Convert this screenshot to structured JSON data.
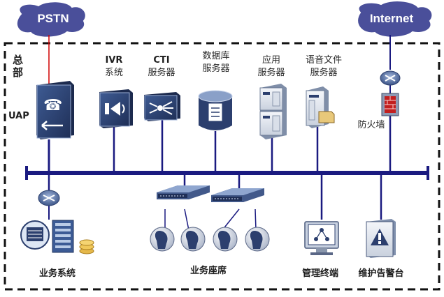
{
  "clouds": {
    "pstn": "PSTN",
    "internet": "Internet"
  },
  "hq": {
    "label_line1": "总",
    "label_line2": "部",
    "uap": "UAP"
  },
  "servers": {
    "ivr": {
      "line1": "IVR",
      "line2": "系统"
    },
    "cti": {
      "line1": "CTI",
      "line2": "服务器"
    },
    "database": {
      "line1": "数据库",
      "line2": "服务器"
    },
    "application": {
      "line1": "应用",
      "line2": "服务器"
    },
    "voice_file": {
      "line1": "语音文件",
      "line2": "服务器"
    }
  },
  "firewall": {
    "label": "防火墙"
  },
  "bottom": {
    "business_system": "业务系统",
    "agents": "业务座席",
    "management": "管理终端",
    "maintenance": "维护告警台"
  },
  "colors": {
    "cloud": "#4a4f9a",
    "bus": "#1a1a80",
    "device_dark": "#2c3f6e",
    "device_light": "#e6eaf1",
    "link_red": "#d00000"
  }
}
